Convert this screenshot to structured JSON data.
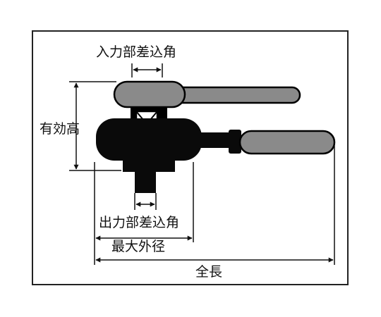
{
  "diagram": {
    "labels": {
      "input_square_drive": "入力部差込角",
      "effective_height": "有効高",
      "output_square_drive": "出力部差込角",
      "max_outer_diameter": "最大外径",
      "overall_length": "全長"
    },
    "colors": {
      "body": "#0a0a0a",
      "handle": "#8a8a8a",
      "line": "#111111",
      "border": "#222222"
    }
  }
}
